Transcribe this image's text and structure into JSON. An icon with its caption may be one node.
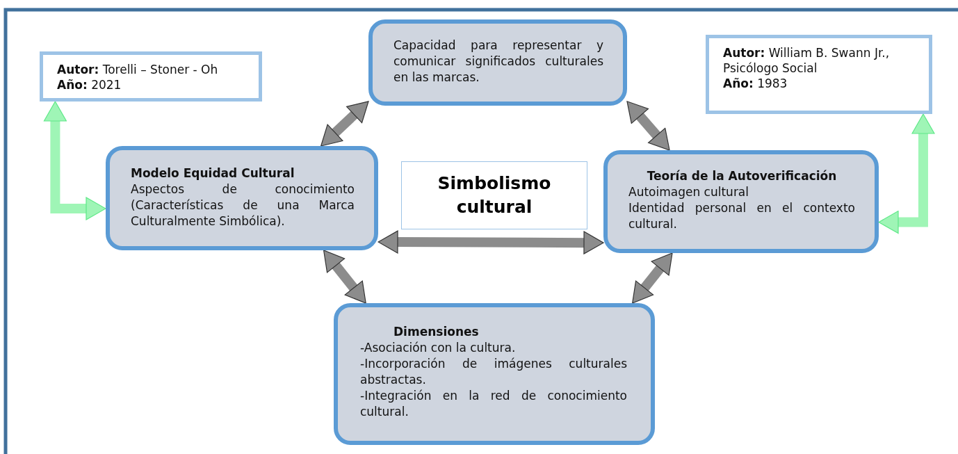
{
  "diagram": {
    "nodes": [
      {
        "text": [
          "**Autor:** Torelli – Stoner - Oh",
          "**Año:** 2021"
        ]
      },
      {
        "text": [
          "Capacidad para representar y comunicar significados culturales en las marcas."
        ]
      },
      {
        "text": [
          "**Autor:** William B. Swann Jr., Psicólogo Social",
          "**Año:** 1983"
        ]
      },
      {
        "text": [
          "Modelo Equidad Cultural",
          "Aspectos de conocimiento (Características de una Marca Culturalmente Simbólica)."
        ]
      },
      {
        "text": [
          "Simbolismo cultural"
        ]
      },
      {
        "text": [
          "Teoría de la Autoverificación",
          "Autoimagen cultural",
          "Identidad personal en el contexto cultural."
        ]
      },
      {
        "text": [
          "Dimensiones",
          "-Asociación con la cultura.",
          "-Incorporación de imágenes culturales abstractas.",
          "-Integración en la red de conocimiento cultural."
        ]
      }
    ],
    "edges": [
      {
        "from": 3,
        "to": 1,
        "arrow": "both"
      },
      {
        "from": 1,
        "to": 5,
        "arrow": "both"
      },
      {
        "from": 3,
        "to": 5,
        "arrow": "both"
      },
      {
        "from": 3,
        "to": 6,
        "arrow": "both"
      },
      {
        "from": 5,
        "to": 6,
        "arrow": "both"
      },
      {
        "from": 0,
        "to": 3,
        "arrow": "both",
        "color": "#9ff5b6"
      },
      {
        "from": 2,
        "to": 5,
        "arrow": "both",
        "color": "#9ff5b6"
      }
    ]
  }
}
